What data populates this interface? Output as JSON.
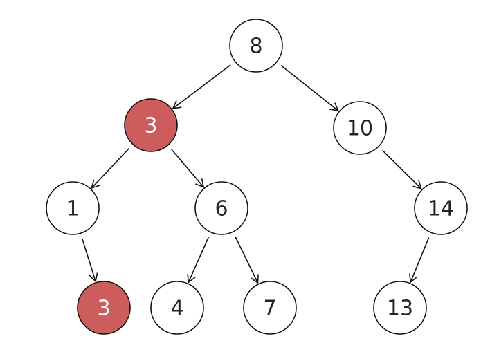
{
  "colors": {
    "normal_fill": "#ffffff",
    "highlight_fill": "#cd5c5c",
    "normal_text": "#222222",
    "highlight_text": "#ffffff",
    "stroke": "#111111"
  },
  "tree": {
    "nodes": [
      {
        "id": "n8",
        "value": "8",
        "highlighted": false
      },
      {
        "id": "n3a",
        "value": "3",
        "highlighted": true
      },
      {
        "id": "n10",
        "value": "10",
        "highlighted": false
      },
      {
        "id": "n1",
        "value": "1",
        "highlighted": false
      },
      {
        "id": "n6",
        "value": "6",
        "highlighted": false
      },
      {
        "id": "n14",
        "value": "14",
        "highlighted": false
      },
      {
        "id": "n3b",
        "value": "3",
        "highlighted": true
      },
      {
        "id": "n4",
        "value": "4",
        "highlighted": false
      },
      {
        "id": "n7",
        "value": "7",
        "highlighted": false
      },
      {
        "id": "n13",
        "value": "13",
        "highlighted": false
      }
    ],
    "edges": [
      {
        "from": "n8",
        "to": "n3a"
      },
      {
        "from": "n8",
        "to": "n10"
      },
      {
        "from": "n3a",
        "to": "n1"
      },
      {
        "from": "n3a",
        "to": "n6"
      },
      {
        "from": "n10",
        "to": "n14"
      },
      {
        "from": "n1",
        "to": "n3b"
      },
      {
        "from": "n6",
        "to": "n4"
      },
      {
        "from": "n6",
        "to": "n7"
      },
      {
        "from": "n14",
        "to": "n13"
      }
    ]
  }
}
